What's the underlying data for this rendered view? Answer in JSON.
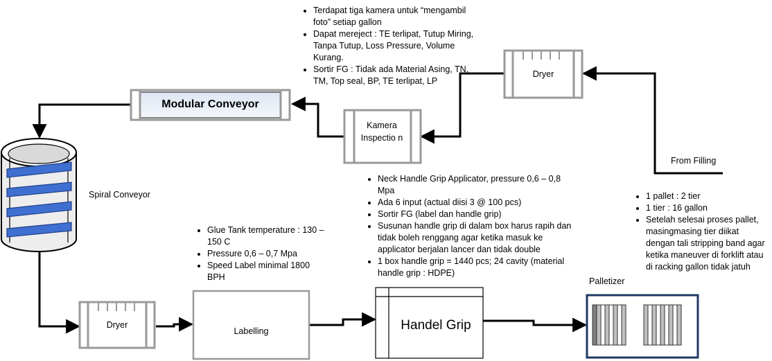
{
  "camera_notes": [
    "Terdapat tiga kamera untuk “mengambil foto” setiap gallon",
    "Dapat mereject : TE terlipat, Tutup Miring, Tanpa Tutup, Loss Pressure, Volume Kurang.",
    "Sortir FG : Tidak ada Material Asing, TN, TM, Top seal, BP, TE terlipat, LP"
  ],
  "nodes": {
    "dryer_top": "Dryer",
    "modular_conveyor": "Modular Conveyor",
    "kamera_inspection": "Kamera Inspectio n",
    "from_filling": "From Filling",
    "spiral_conveyor": "Spiral Conveyor",
    "dryer_bottom": "Dryer",
    "labelling": "Labelling",
    "handel_grip": "Handel Grip",
    "palletizer": "Palletizer"
  },
  "handle_grip_notes": [
    "Neck Handle Grip Applicator, pressure  0,6 – 0,8 Mpa",
    "Ada 6 input (actual diisi 3 @ 100 pcs)",
    "Sortir FG (label dan handle grip)",
    "Susunan handle grip di dalam box harus rapih dan tidak boleh renggang agar ketika masuk ke applicator berjalan lancer dan tidak double",
    "1 box handle grip = 1440 pcs; 24 cavity (material handle grip : HDPE)"
  ],
  "labelling_notes": [
    "Glue Tank temperature : 130 – 150 C",
    "Pressure 0,6 – 0,7 Mpa",
    "Speed Label minimal 1800 BPH"
  ],
  "palletizer_notes": [
    "1 pallet : 2 tier",
    "1 tier : 16 gallon",
    "Setelah selesai proses pallet, masingmasing tier diikat dengan tali stripping band agar ketika maneuver di forklift atau di racking gallon tidak jatuh"
  ]
}
